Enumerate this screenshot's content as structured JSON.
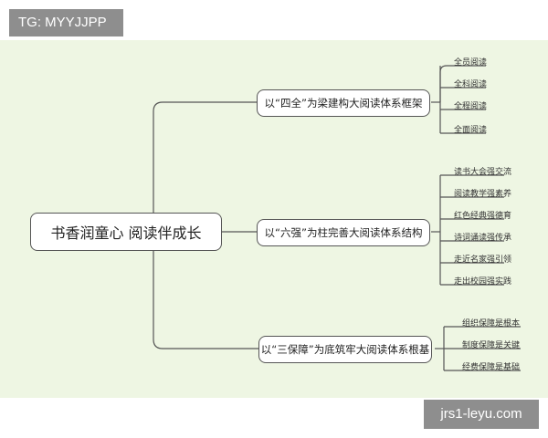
{
  "watermark_top": "TG: MYYJJPP",
  "watermark_bottom": "jrs1-leyu.com",
  "mindmap": {
    "root": "书香润童心 阅读伴成长",
    "branches": [
      {
        "label": "以“四全”为梁建构大阅读体系框架",
        "leaves": [
          "全员阅读",
          "全科阅读",
          "全程阅读",
          "全面阅读"
        ]
      },
      {
        "label": "以“六强”为柱完善大阅读体系结构",
        "leaves": [
          "读书大会强交流",
          "阅读教学强素养",
          "红色经典强德育",
          "诗词诵读强传承",
          "走近名家强引领",
          "走出校园强实践"
        ]
      },
      {
        "label": "以“三保障”为底筑牢大阅读体系根基",
        "leaves": [
          "组织保障是根本",
          "制度保障是关键",
          "经费保障是基础"
        ]
      }
    ]
  }
}
